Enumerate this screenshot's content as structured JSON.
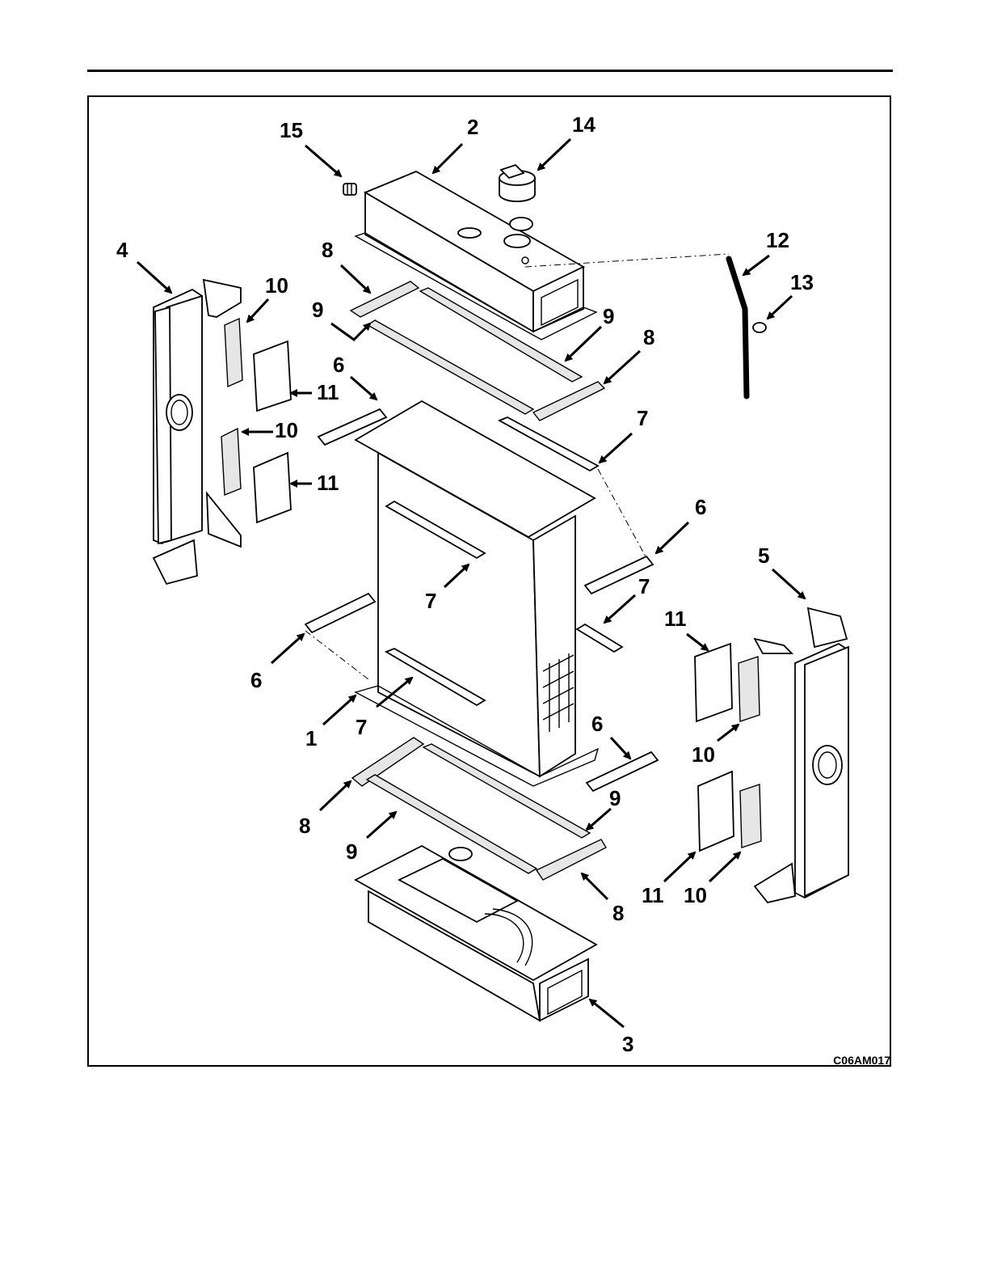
{
  "figure": {
    "id_code": "C06AM017",
    "callouts": [
      {
        "key": "c1",
        "text": "1"
      },
      {
        "key": "c2",
        "text": "2"
      },
      {
        "key": "c3",
        "text": "3"
      },
      {
        "key": "c4",
        "text": "4"
      },
      {
        "key": "c5",
        "text": "5"
      },
      {
        "key": "c6a",
        "text": "6"
      },
      {
        "key": "c6b",
        "text": "6"
      },
      {
        "key": "c6c",
        "text": "6"
      },
      {
        "key": "c6d",
        "text": "6"
      },
      {
        "key": "c7a",
        "text": "7"
      },
      {
        "key": "c7b",
        "text": "7"
      },
      {
        "key": "c7c",
        "text": "7"
      },
      {
        "key": "c7d",
        "text": "7"
      },
      {
        "key": "c8a",
        "text": "8"
      },
      {
        "key": "c8b",
        "text": "8"
      },
      {
        "key": "c8c",
        "text": "8"
      },
      {
        "key": "c8d",
        "text": "8"
      },
      {
        "key": "c9a",
        "text": "9"
      },
      {
        "key": "c9b",
        "text": "9"
      },
      {
        "key": "c9c",
        "text": "9"
      },
      {
        "key": "c9d",
        "text": "9"
      },
      {
        "key": "c10a",
        "text": "10"
      },
      {
        "key": "c10b",
        "text": "10"
      },
      {
        "key": "c10c",
        "text": "10"
      },
      {
        "key": "c10d",
        "text": "10"
      },
      {
        "key": "c11a",
        "text": "11"
      },
      {
        "key": "c11b",
        "text": "11"
      },
      {
        "key": "c11c",
        "text": "11"
      },
      {
        "key": "c11d",
        "text": "11"
      },
      {
        "key": "c12",
        "text": "12"
      },
      {
        "key": "c13",
        "text": "13"
      },
      {
        "key": "c14",
        "text": "14"
      },
      {
        "key": "c15",
        "text": "15"
      }
    ]
  }
}
